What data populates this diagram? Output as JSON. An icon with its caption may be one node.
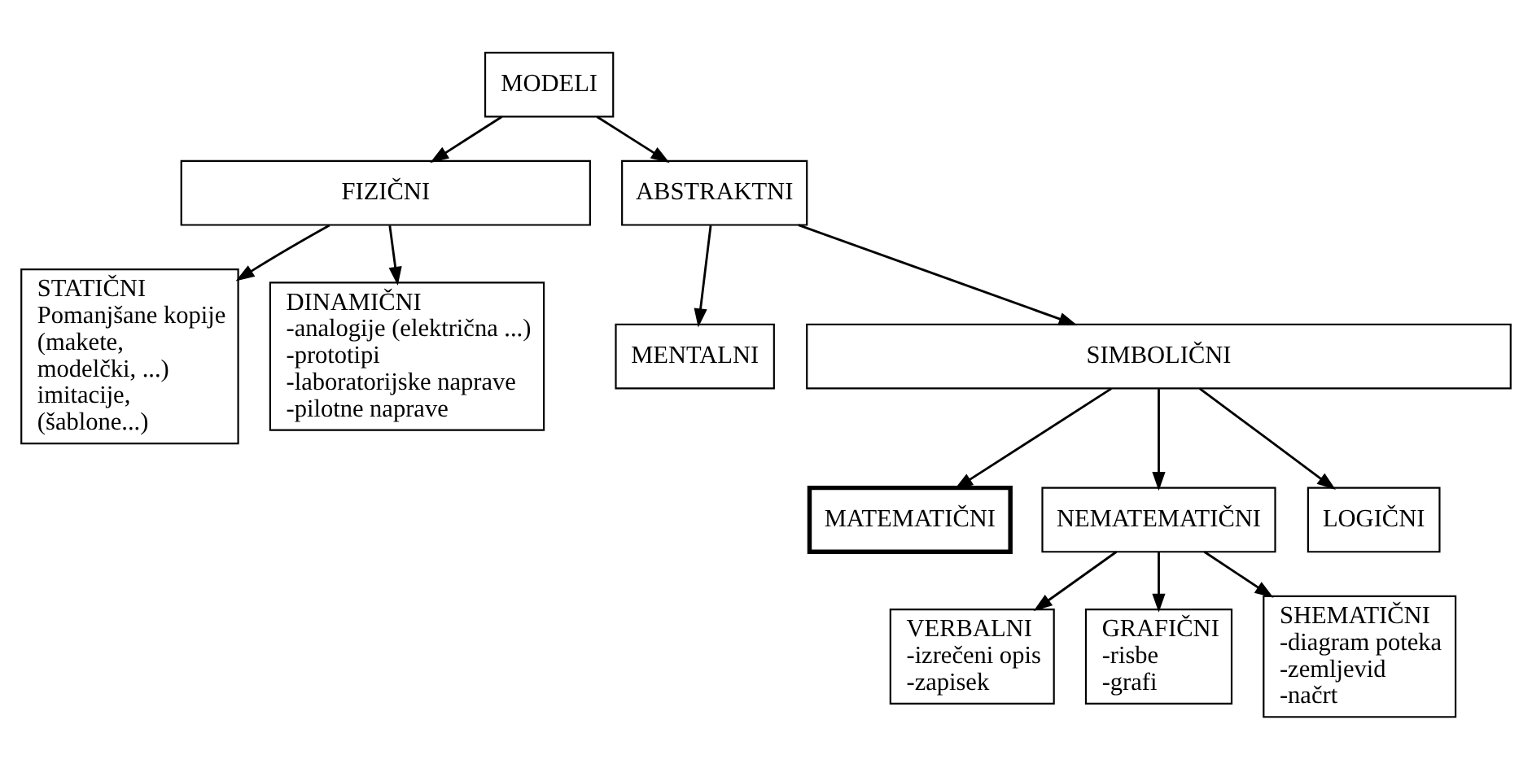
{
  "diagram": {
    "nodes": [
      {
        "text": [
          "MODELI"
        ]
      },
      {
        "text": [
          "FIZIČNI"
        ]
      },
      {
        "text": [
          "ABSTRAKTNI"
        ]
      },
      {
        "text": [
          "STATIČNI",
          "Pomanjšane kopije (makete, modelčki, ...) imitacije, (šablone...)"
        ]
      },
      {
        "text": [
          "DINAMIČNI",
          "-analogije (električna ...)",
          "-prototipi",
          "-laboratorijske naprave",
          "-pilotne naprave"
        ]
      },
      {
        "text": [
          "MENTALNI"
        ]
      },
      {
        "text": [
          "SIMBOLIČNI"
        ]
      },
      {
        "text": [
          "MATEMATIČNI"
        ]
      },
      {
        "text": [
          "NEMATEMATIČNI"
        ]
      },
      {
        "text": [
          "LOGIČNI"
        ]
      },
      {
        "text": [
          "VERBALNI",
          "-izrečeni opis",
          "-zapisek"
        ]
      },
      {
        "text": [
          "GRAFIČNI",
          "-risbe",
          "-grafi"
        ]
      },
      {
        "text": [
          "SHEMATIČNI",
          "-diagram poteka",
          "-zemljevid",
          "-načrt"
        ]
      }
    ],
    "edges": [
      {
        "from": 0,
        "to": 1,
        "arrow": "to"
      },
      {
        "from": 0,
        "to": 2,
        "arrow": "to"
      },
      {
        "from": 1,
        "to": 3,
        "arrow": "to"
      },
      {
        "from": 1,
        "to": 4,
        "arrow": "to"
      },
      {
        "from": 2,
        "to": 5,
        "arrow": "to"
      },
      {
        "from": 2,
        "to": 6,
        "arrow": "to"
      },
      {
        "from": 6,
        "to": 7,
        "arrow": "to"
      },
      {
        "from": 6,
        "to": 8,
        "arrow": "to"
      },
      {
        "from": 6,
        "to": 9,
        "arrow": "to"
      },
      {
        "from": 8,
        "to": 10,
        "arrow": "to"
      },
      {
        "from": 8,
        "to": 11,
        "arrow": "to"
      },
      {
        "from": 8,
        "to": 12,
        "arrow": "to"
      }
    ]
  }
}
